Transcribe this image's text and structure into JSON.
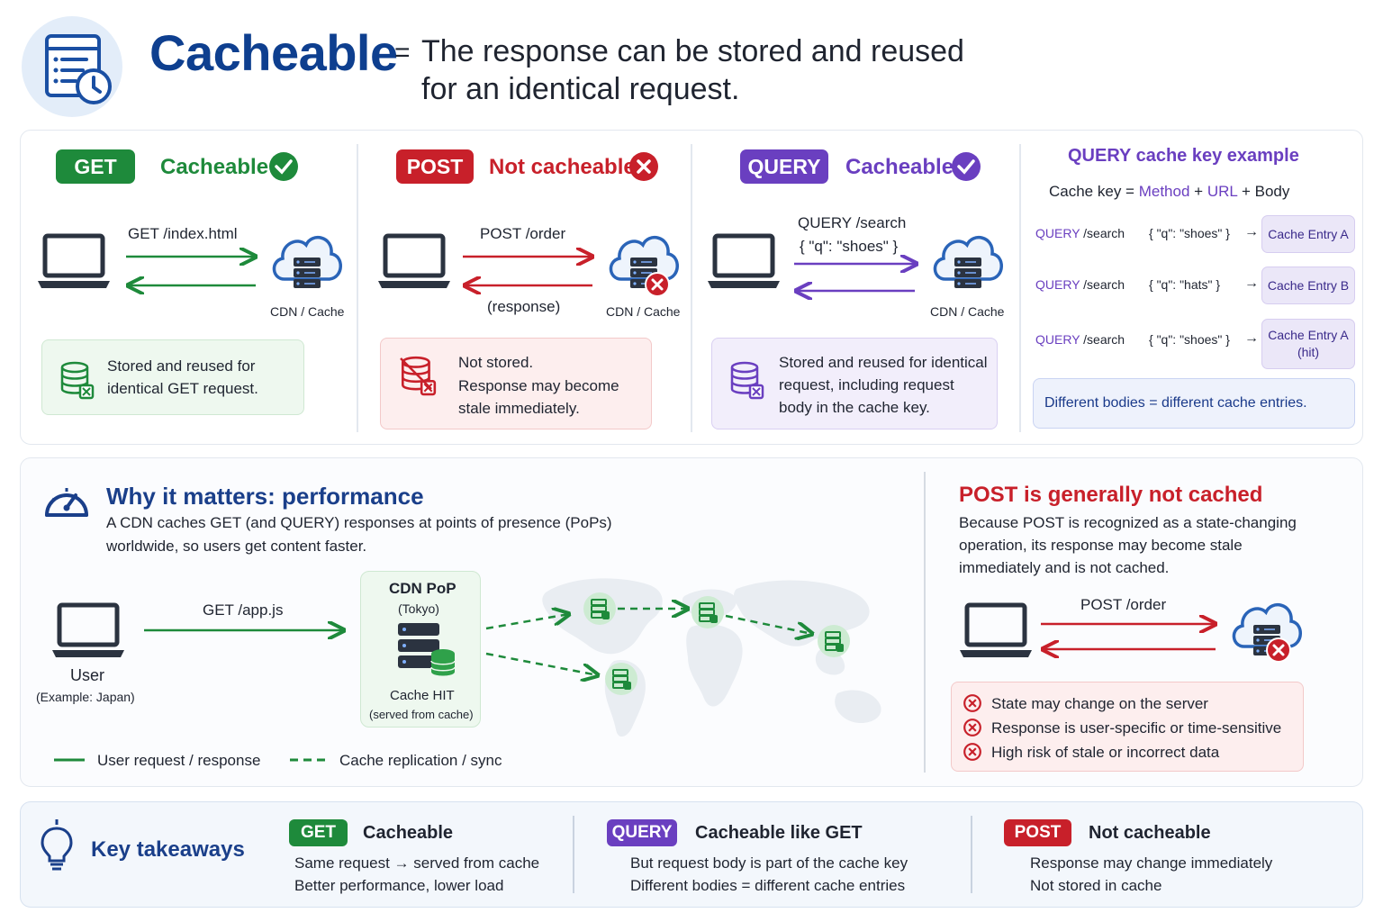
{
  "header": {
    "title": "Cacheable",
    "equals": "=",
    "subtitle": "The response can be stored and reused for an identical request."
  },
  "get_section": {
    "badge": "GET",
    "status": "Cacheable",
    "request": "GET /index.html",
    "server_label": "CDN / Cache",
    "note": "Stored and reused for identical GET request."
  },
  "post_section": {
    "badge": "POST",
    "status": "Not cacheable",
    "request": "POST /order",
    "response": "(response)",
    "server_label": "CDN / Cache",
    "note_line1": "Not stored.",
    "note_line2": "Response may become stale immediately."
  },
  "query_section": {
    "badge": "QUERY",
    "status": "Cacheable",
    "request_line1": "QUERY /search",
    "request_line2": "{ \"q\": \"shoes\" }",
    "server_label": "CDN / Cache",
    "note": "Stored and reused for identical request, including request body in the cache key."
  },
  "cache_key_example": {
    "title": "QUERY cache key example",
    "formula_prefix": "Cache key =",
    "formula_method": "Method",
    "formula_plus1": "+",
    "formula_url": "URL",
    "formula_plus2": "+ Body",
    "rows": [
      {
        "method": "QUERY",
        "path": "/search",
        "body": "{ \"q\": \"shoes\" }",
        "arrow": "→",
        "entry": "Cache Entry A",
        "entry_sub": ""
      },
      {
        "method": "QUERY",
        "path": "/search",
        "body": "{ \"q\": \"hats\" }",
        "arrow": "→",
        "entry": "Cache Entry B",
        "entry_sub": ""
      },
      {
        "method": "QUERY",
        "path": "/search",
        "body": "{ \"q\": \"shoes\" }",
        "arrow": "→",
        "entry": "Cache Entry A",
        "entry_sub": "(hit)"
      }
    ],
    "summary": "Different bodies = different cache entries."
  },
  "performance": {
    "title": "Why it matters: performance",
    "description": "A CDN caches GET (and QUERY) responses at points of presence (PoPs) worldwide, so users get content faster.",
    "request": "GET /app.js",
    "user_label": "User",
    "user_sub": "(Example: Japan)",
    "pop_title": "CDN PoP",
    "pop_sub": "(Tokyo)",
    "pop_status": "Cache HIT",
    "pop_status_sub": "(served from cache)",
    "legend_solid": "User request / response",
    "legend_dashed": "Cache replication / sync"
  },
  "post_explain": {
    "title": "POST is generally not cached",
    "description": "Because POST is recognized as a state-changing operation, its response may become stale immediately and is not cached.",
    "request": "POST /order",
    "risks": [
      "State may change on the server",
      "Response is user-specific or time-sensitive",
      "High risk of stale or incorrect data"
    ]
  },
  "takeaways": {
    "title": "Key takeaways",
    "items": [
      {
        "badge": "GET",
        "title": "Cacheable",
        "line1": "Same request → served from cache",
        "line2": "Better performance, lower load"
      },
      {
        "badge": "QUERY",
        "title": "Cacheable like GET",
        "line1": "But request body is part of the cache key",
        "line2": "Different bodies = different cache entries"
      },
      {
        "badge": "POST",
        "title": "Not cacheable",
        "line1": "Response may change immediately",
        "line2": "Not stored in cache"
      }
    ]
  },
  "colors": {
    "brand_blue": "#0e3f8f",
    "green": "#1e8a3b",
    "red": "#c8202a",
    "purple": "#6a3fc0"
  }
}
